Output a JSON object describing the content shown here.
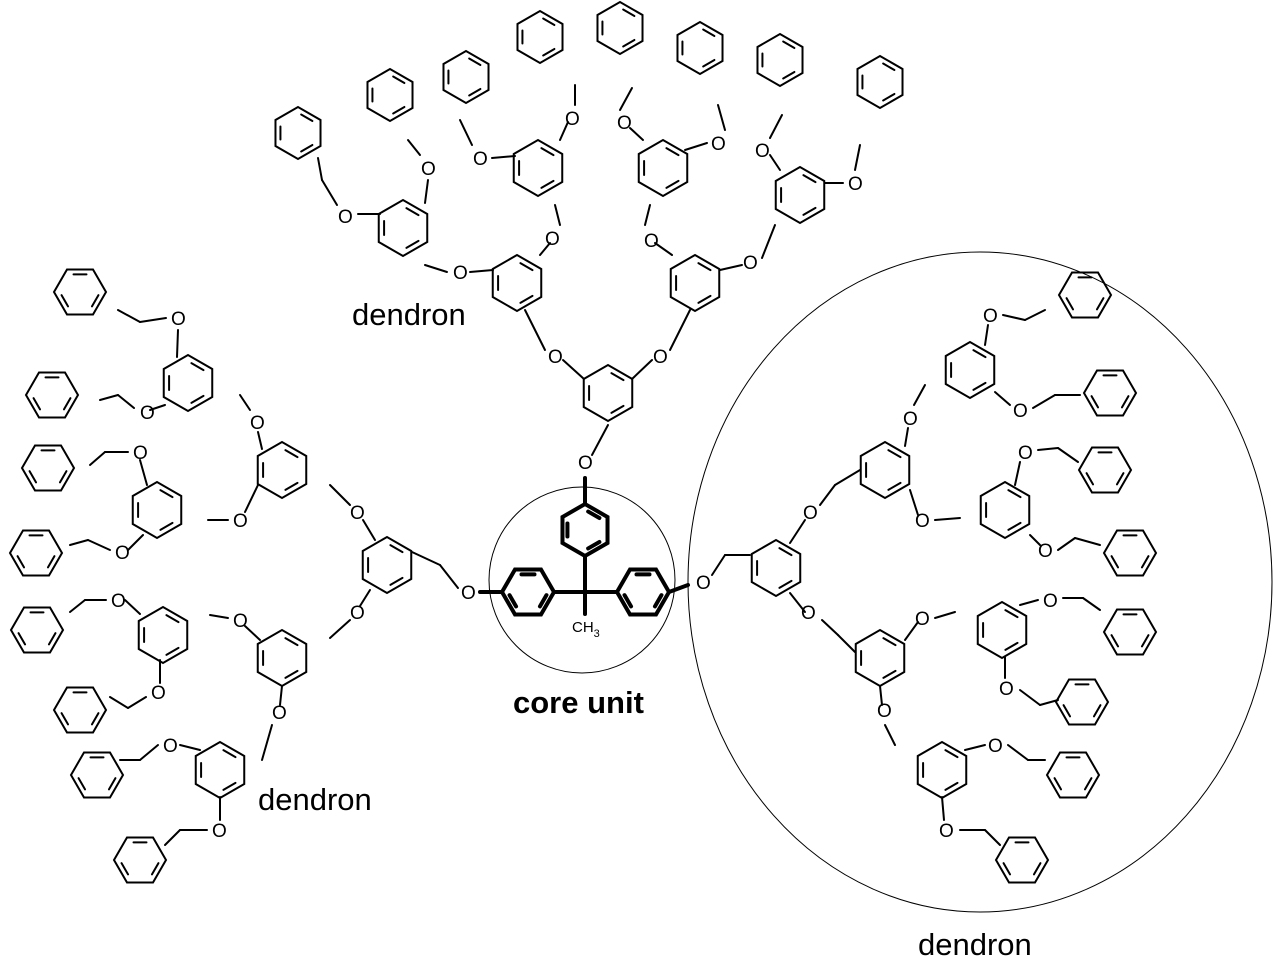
{
  "labels": {
    "dendron_top": "dendron",
    "dendron_left": "dendron",
    "dendron_right": "dendron",
    "core": "core unit",
    "methyl": "CH",
    "methyl_sub": "3"
  },
  "atoms": {
    "oxygen": "O"
  },
  "colors": {
    "ink": "#000000",
    "background": "#ffffff"
  }
}
